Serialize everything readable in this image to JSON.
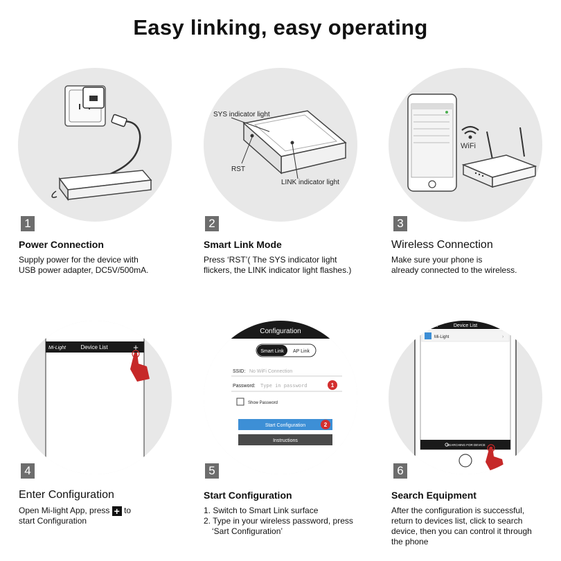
{
  "page_title": "Easy linking, easy operating",
  "steps": [
    {
      "number": "1",
      "title": "Power Connection",
      "desc": [
        "Supply power for the device with",
        "USB power adapter, DC5V/500mA."
      ]
    },
    {
      "number": "2",
      "title": "Smart Link Mode",
      "desc": [
        "Press ‘RST’( The SYS indicator light",
        "flickers, the LINK indicator light flashes.)"
      ],
      "labels": {
        "sys": "SYS indicator light",
        "rst": "RST",
        "link": "LINK indicator light"
      }
    },
    {
      "number": "3",
      "title": "Wireless Connection",
      "desc": [
        "Make sure your phone is",
        "already connected to the wireless."
      ],
      "wifi_label": "WiFi"
    },
    {
      "number": "4",
      "title": "Enter Configuration",
      "desc_pre": "Open Mi-light App, press",
      "desc_post": "to",
      "desc_line2": "start Configuration",
      "app": {
        "logo": "Mi-Light",
        "header": "Device List",
        "plus": "+"
      }
    },
    {
      "number": "5",
      "title": "Start Configuration",
      "desc": [
        "1. Switch to Smart Link surface",
        "2. Type in your wireless password, press",
        "‘Sart Configuration’"
      ],
      "screen": {
        "header": "Configuration",
        "tab_smart": "Smart Link",
        "tab_ap": "AP Link",
        "ssid_label": "SSID:",
        "ssid_value": "No WiFi Connection",
        "password_label": "Password:",
        "password_placeholder": "Type in password",
        "show_password": "Show Password",
        "start_button": "Start Configuration",
        "instructions_button": "Instructions",
        "marker1": "1",
        "marker2": "2"
      }
    },
    {
      "number": "6",
      "title": "Search Equipment",
      "desc": [
        "After the configuration is successful,",
        "return to devices list, click to search",
        "device, then you can control it through",
        "the phone"
      ],
      "screen": {
        "logo": "Mi-Light",
        "header": "Device List",
        "item": "Mi-Light",
        "footer": "SEARCHING FOR DEVICE"
      }
    }
  ]
}
